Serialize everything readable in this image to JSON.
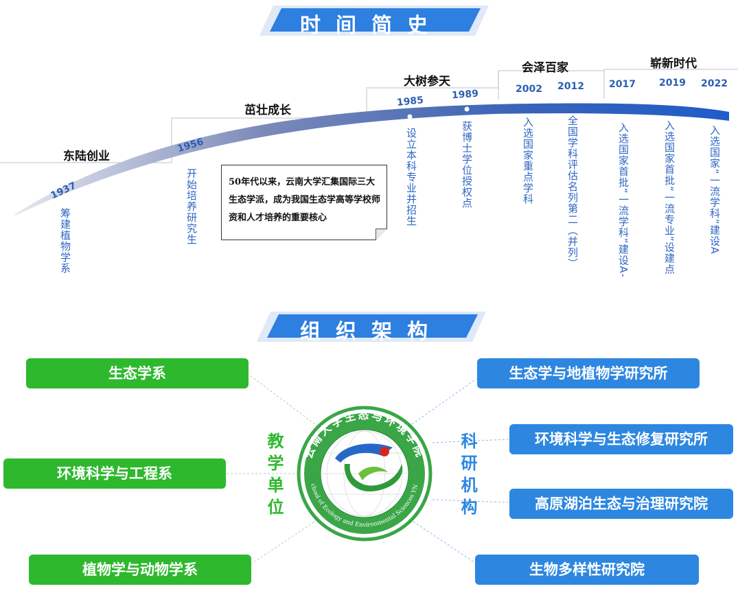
{
  "banners": {
    "history": "时间简史",
    "org": "组织架构"
  },
  "timeline": {
    "eras": [
      "东陆创业",
      "茁壮成长",
      "大树参天",
      "会泽百家",
      "崭新时代"
    ],
    "years": [
      "1937",
      "1956",
      "1985",
      "1989",
      "2002",
      "2012",
      "2017",
      "2019",
      "2022"
    ],
    "events": [
      "筹建植物学系",
      "开始培养研究生",
      "设立本科专业并招生",
      "获博士学位授权点",
      "入选国家重点学科",
      "全国学科评估名列第二（并列）",
      "入选国家首批“一流学科”建设A-",
      "入选国家首批“一流专业”设建点",
      "入选国家“一流学科”建设A"
    ],
    "note": "50年代以来，云南大学汇集国际三大生态学派，成为我国生态学高等学校师资和人才培养的重要核心"
  },
  "org": {
    "teaching_label": "教学单位",
    "research_label": "科研机构",
    "teaching_units": [
      "生态学系",
      "环境科学与工程系",
      "植物学与动物学系"
    ],
    "research_units": [
      "生态学与地植物学研究所",
      "环境科学与生态修复研究所",
      "高原湖泊生态与治理研究院",
      "生物多样性研究院"
    ],
    "logo_ring_top": "云南大学生态与环境学院",
    "logo_ring_bottom": "School of Ecology and Environmental Sciences YNU"
  },
  "colors": {
    "banner_blue": "#2d7fe0",
    "timeline_blue": "#2f66c4",
    "green": "#2eb82e",
    "blue_box": "#2d87e0",
    "logo_green": "#3aa648"
  }
}
